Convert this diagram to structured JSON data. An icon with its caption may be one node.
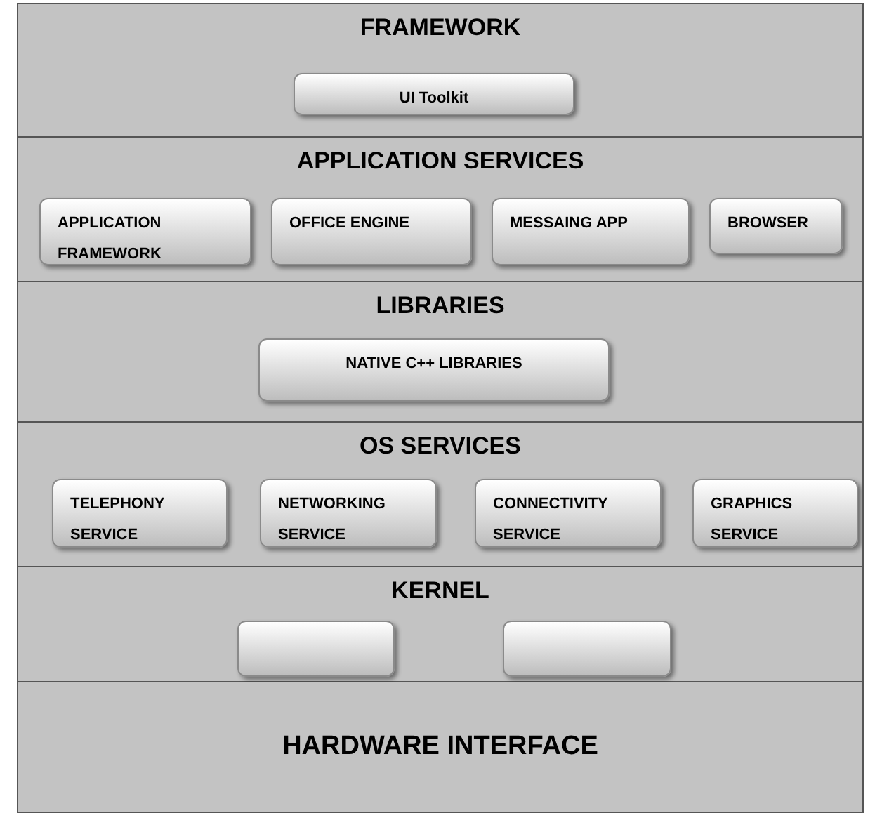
{
  "diagram": {
    "nodes": [
      {
        "text": [
          "FRAMEWORK"
        ]
      },
      {
        "text": [
          "UI Toolkit"
        ],
        "in": 0
      },
      {
        "text": [
          "APPLICATION SERVICES"
        ]
      },
      {
        "text": [
          "APPLICATION FRAMEWORK"
        ],
        "in": 2
      },
      {
        "text": [
          "OFFICE ENGINE"
        ],
        "in": 2
      },
      {
        "text": [
          "MESSAING APP"
        ],
        "in": 2
      },
      {
        "text": [
          "BROWSER"
        ],
        "in": 2
      },
      {
        "text": [
          "LIBRARIES"
        ]
      },
      {
        "text": [
          "NATIVE C++ LIBRARIES"
        ],
        "in": 7
      },
      {
        "text": [
          "OS SERVICES"
        ]
      },
      {
        "text": [
          "TELEPHONY SERVICE"
        ],
        "in": 9
      },
      {
        "text": [
          "NETWORKING SERVICE"
        ],
        "in": 9
      },
      {
        "text": [
          "CONNECTIVITY SERVICE"
        ],
        "in": 9
      },
      {
        "text": [
          "GRAPHICS SERVICE"
        ],
        "in": 9
      },
      {
        "text": [
          "KERNEL"
        ]
      },
      {
        "text": [],
        "shape": "box",
        "in": 14
      },
      {
        "text": [],
        "shape": "box",
        "in": 14
      },
      {
        "text": [
          "HARDWARE INTERFACE"
        ]
      }
    ]
  }
}
